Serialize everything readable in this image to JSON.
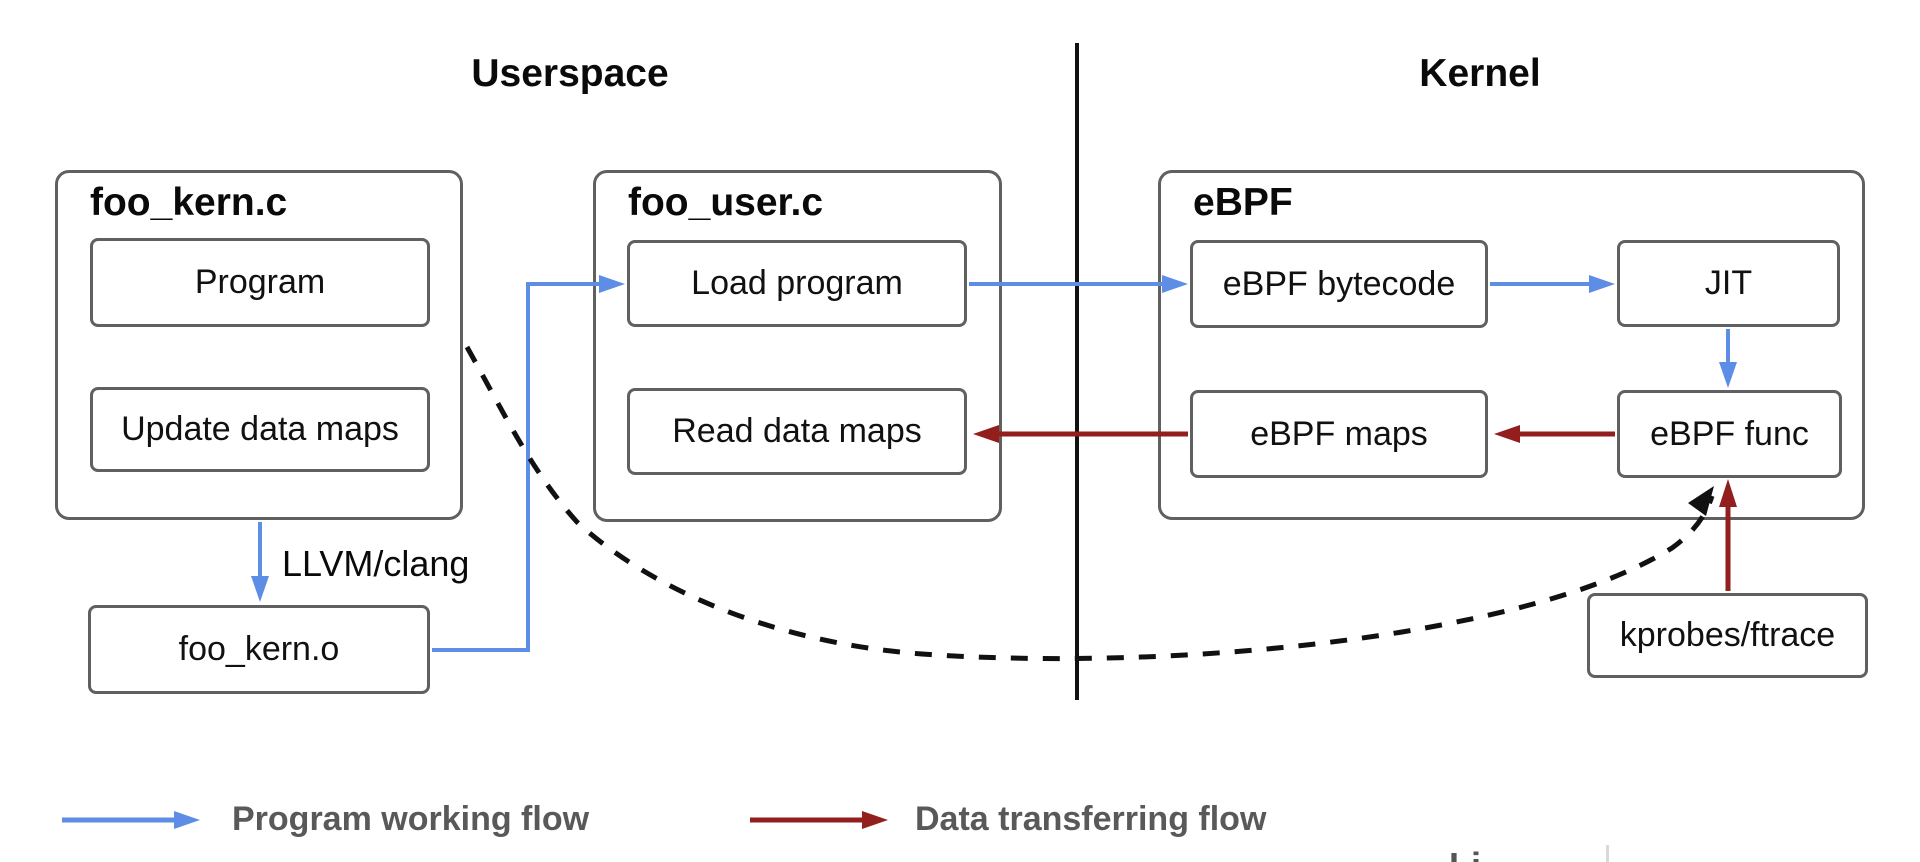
{
  "sections": {
    "userspace": {
      "title": "Userspace"
    },
    "kernel": {
      "title": "Kernel"
    }
  },
  "groups": {
    "foo_kern_c": {
      "label": "foo_kern.c"
    },
    "foo_user_c": {
      "label": "foo_user.c"
    },
    "ebpf": {
      "label": "eBPF"
    }
  },
  "nodes": {
    "program": {
      "label": "Program"
    },
    "update_data_maps": {
      "label": "Update data maps"
    },
    "load_program": {
      "label": "Load program"
    },
    "read_data_maps": {
      "label": "Read data maps"
    },
    "ebpf_bytecode": {
      "label": "eBPF bytecode"
    },
    "jit": {
      "label": "JIT"
    },
    "ebpf_maps": {
      "label": "eBPF maps"
    },
    "ebpf_func": {
      "label": "eBPF func"
    },
    "foo_kern_o": {
      "label": "foo_kern.o"
    },
    "kprobes_ftrace": {
      "label": "kprobes/ftrace"
    }
  },
  "edge_labels": {
    "llvm_clang": "LLVM/clang"
  },
  "legend": {
    "program_flow": {
      "label": "Program working flow"
    },
    "data_flow": {
      "label": "Data transferring flow"
    }
  },
  "watermark_fragment": "Li",
  "colors": {
    "program_flow_blue": "#5e8de6",
    "data_flow_red": "#921e1e",
    "box_border_gray": "#606060",
    "legend_text_gray": "#595959",
    "divider_black": "#111111",
    "dashed_line_black": "#111111"
  }
}
